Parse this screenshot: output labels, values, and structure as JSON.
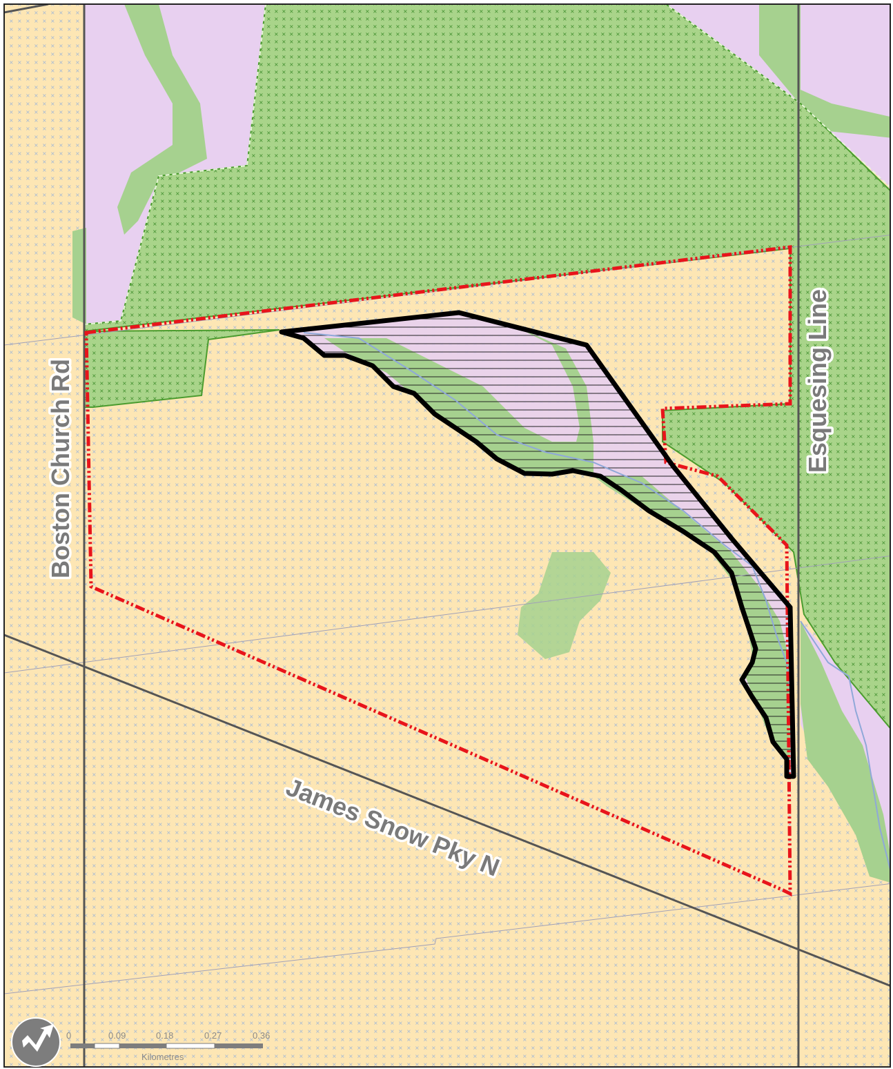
{
  "map": {
    "roads": {
      "boston_church": "Boston Church Rd",
      "esquesing": "Esquesing Line",
      "james_snow": "James Snow Pky N"
    },
    "scale_bar": {
      "ticks": [
        "0",
        "0.09",
        "0.18",
        "0.27",
        "0.36"
      ],
      "unit": "Kilometres"
    },
    "colors": {
      "agricultural": "#fde6b4",
      "natural_heritage": "#a9d48a",
      "valley_pink": "#e8d0f0",
      "vegetation": "#a6d18f",
      "study_area_outline": "#e8141b",
      "subject_outline": "#000000",
      "road": "#555555",
      "creek": "#8fa8d8"
    },
    "icons": [
      "north-arrow-icon"
    ]
  }
}
